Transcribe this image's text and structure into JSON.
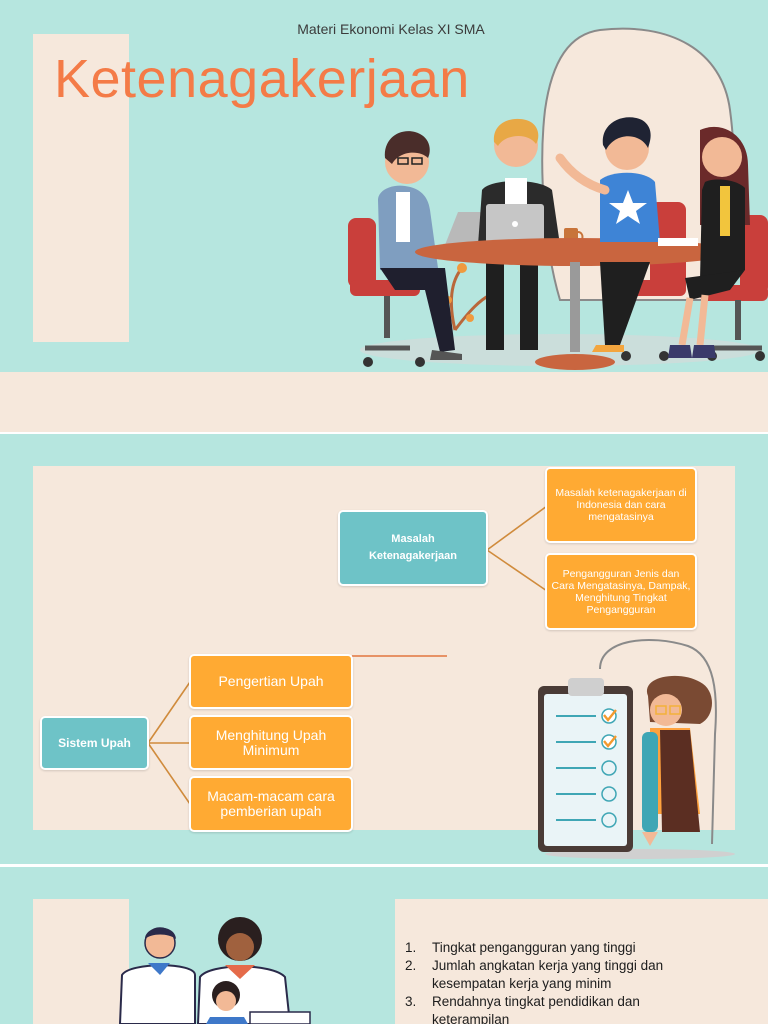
{
  "slide1": {
    "subtitle": "Materi Ekonomi Kelas XI SMA",
    "title": "Ketenagakerjaan"
  },
  "slide2": {
    "masalah": {
      "label": "Masalah Ketenagakerjaan",
      "children": [
        "Masalah ketenagakerjaan di Indonesia dan cara mengatasinya",
        "Pengangguran Jenis dan Cara Mengatasinya, Dampak, Menghitung Tingkat Pengangguran"
      ]
    },
    "upah": {
      "label": "Sistem Upah",
      "children": [
        "Pengertian Upah",
        "Menghitung Upah Minimum",
        "Macam-macam cara pemberian upah"
      ]
    }
  },
  "slide3": {
    "items": [
      {
        "num": "1.",
        "text": "Tingkat pengangguran yang tinggi"
      },
      {
        "num": "2.",
        "text": "Jumlah angkatan kerja yang tinggi dan kesempatan kerja yang minim"
      },
      {
        "num": "3.",
        "text": "Rendahnya tingkat pendidikan dan keterampilan"
      }
    ]
  },
  "colors": {
    "teal_bg": "#b6e6df",
    "beige": "#f6e8dc",
    "title_orange": "#f47b47",
    "box_teal": "#6ec3c7",
    "box_orange": "#ffaa33"
  }
}
